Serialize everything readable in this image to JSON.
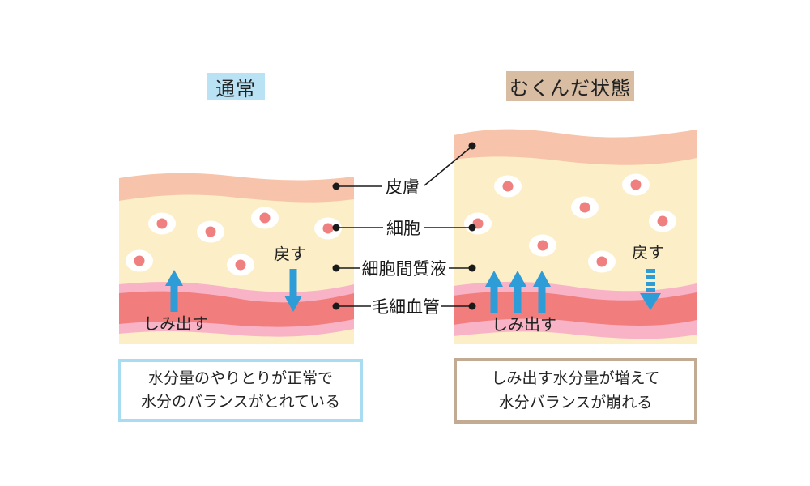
{
  "left": {
    "title": "通常",
    "seep_label": "しみ出す",
    "return_label": "戻す",
    "caption_line1": "水分量のやりとりが正常で",
    "caption_line2": "水分のバランスがとれている",
    "cell_count": 6
  },
  "right": {
    "title": "むくんだ状態",
    "seep_label": "しみ出す",
    "return_label": "戻す",
    "caption_line1": "しみ出す水分量が増えて",
    "caption_line2": "水分バランスが崩れる",
    "cell_count": 7
  },
  "layer_labels": {
    "skin": "皮膚",
    "cell": "細胞",
    "interstitial_fluid": "細胞間質液",
    "capillary": "毛細血管"
  },
  "colors": {
    "skin": "#f8c3ab",
    "interstitial": "#fceec6",
    "capillary_outer": "#f9b3c6",
    "capillary_inner": "#f17d7d",
    "cell_body": "#ffffff",
    "cell_nucleus": "#f08080",
    "arrow_blue": "#2e9cd6",
    "title_normal_bg": "#b9e3f4",
    "title_swollen_bg": "#d8bda2",
    "caption_normal_border": "#a8dcf2",
    "caption_swollen_border": "#c2ab92",
    "connector": "#1a1a1a"
  }
}
